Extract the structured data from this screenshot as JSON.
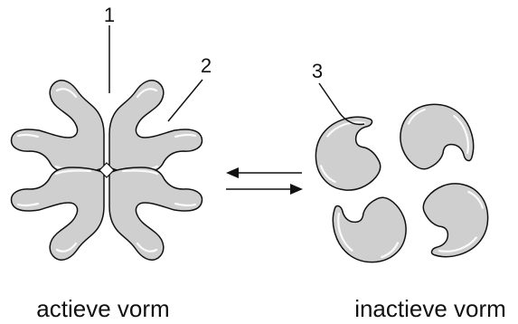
{
  "labels": {
    "num1": "1",
    "num2": "2",
    "num3": "3",
    "active_caption": "actieve vorm",
    "inactive_caption": "inactieve vorm"
  },
  "colors": {
    "subunit_fill": "#cfcfcf",
    "outline": "#111111"
  }
}
